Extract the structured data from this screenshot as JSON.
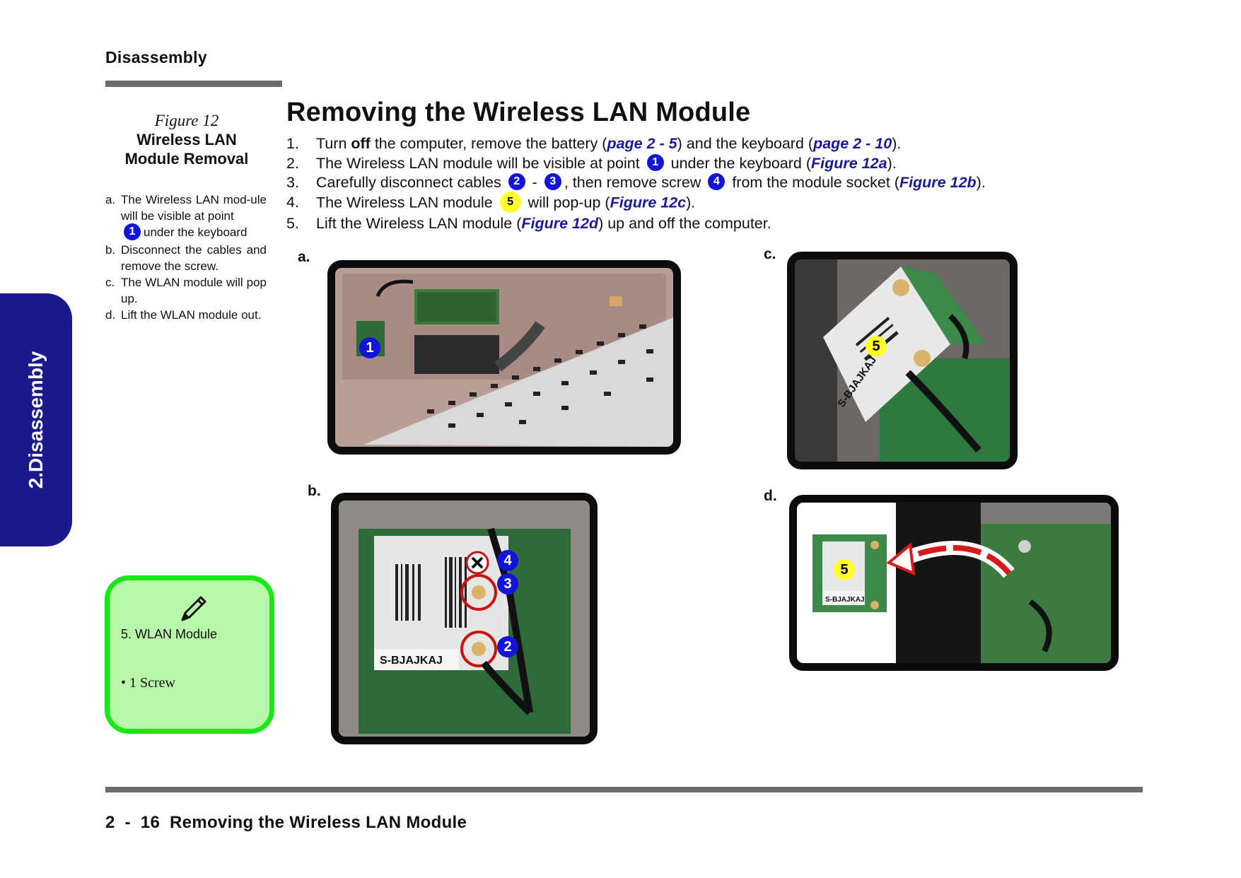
{
  "header": {
    "title": "Disassembly"
  },
  "side_tab": {
    "label": "2.Disassembly"
  },
  "figure": {
    "number": "Figure 12",
    "title_line1": "Wireless LAN",
    "title_line2": "Module Removal",
    "steps": [
      {
        "letter": "a.",
        "text_before": "The Wireless LAN mod-ule will be visible at point",
        "badge": "1",
        "text_after": "under the keyboard"
      },
      {
        "letter": "b.",
        "text": "Disconnect the cables and remove the screw."
      },
      {
        "letter": "c.",
        "text": "The WLAN module will pop up."
      },
      {
        "letter": "d.",
        "text": "Lift the WLAN module out."
      }
    ]
  },
  "note": {
    "line1": "5.   WLAN Module",
    "line2": "•    1 Screw",
    "icon": "pen-icon"
  },
  "main": {
    "title": "Removing the Wireless LAN Module",
    "steps": [
      {
        "num": "1.",
        "t1": "Turn ",
        "t1b": "off",
        "t2": " the computer, remove the battery (",
        "l1": "page 2 - 5",
        "t3": ") and the keyboard (",
        "l2": "page 2 - 10",
        "t4": ")."
      },
      {
        "num": "2.",
        "t1": "The Wireless LAN module will be visible at point ",
        "b1": "1",
        "t2": " under the keyboard (",
        "l1": "Figure 12a",
        "t3": ")."
      },
      {
        "num": "3.",
        "t1": "Carefully disconnect cables ",
        "b1": "2",
        "t2": " - ",
        "b2": "3",
        "t3": ", then remove screw ",
        "b3": "4",
        "t4": " from the module socket (",
        "l1": "Figure 12b",
        "t5": ")."
      },
      {
        "num": "4.",
        "t1": "The Wireless LAN module ",
        "b1": "5",
        "t2": " will pop-up (",
        "l1": "Figure 12c",
        "t3": ")."
      },
      {
        "num": "5.",
        "t1": "Lift the Wireless LAN module (",
        "l1": "Figure 12d",
        "t2": ") up and off the computer."
      }
    ]
  },
  "photos": {
    "a": {
      "letter": "a.",
      "badges": [
        "1"
      ]
    },
    "b": {
      "letter": "b.",
      "badges": [
        "4",
        "3",
        "2"
      ],
      "label": "S-BJAJKAJ"
    },
    "c": {
      "letter": "c.",
      "badges": [
        "5"
      ],
      "label": "S-BJAJKAJ"
    },
    "d": {
      "letter": "d.",
      "badges": [
        "5"
      ],
      "label": "S-BJAJKAJ"
    }
  },
  "footer": {
    "page": "2  -  16",
    "title": "Removing the Wireless LAN Module"
  },
  "colors": {
    "accent_blue": "#1a1a8c",
    "link": "#1a1a9a",
    "badge_blue": "#1414d8",
    "badge_yellow": "#ffff2a",
    "note_fill": "#b8f7a8",
    "note_border": "#18e818",
    "rule": "#6b6b6b"
  }
}
